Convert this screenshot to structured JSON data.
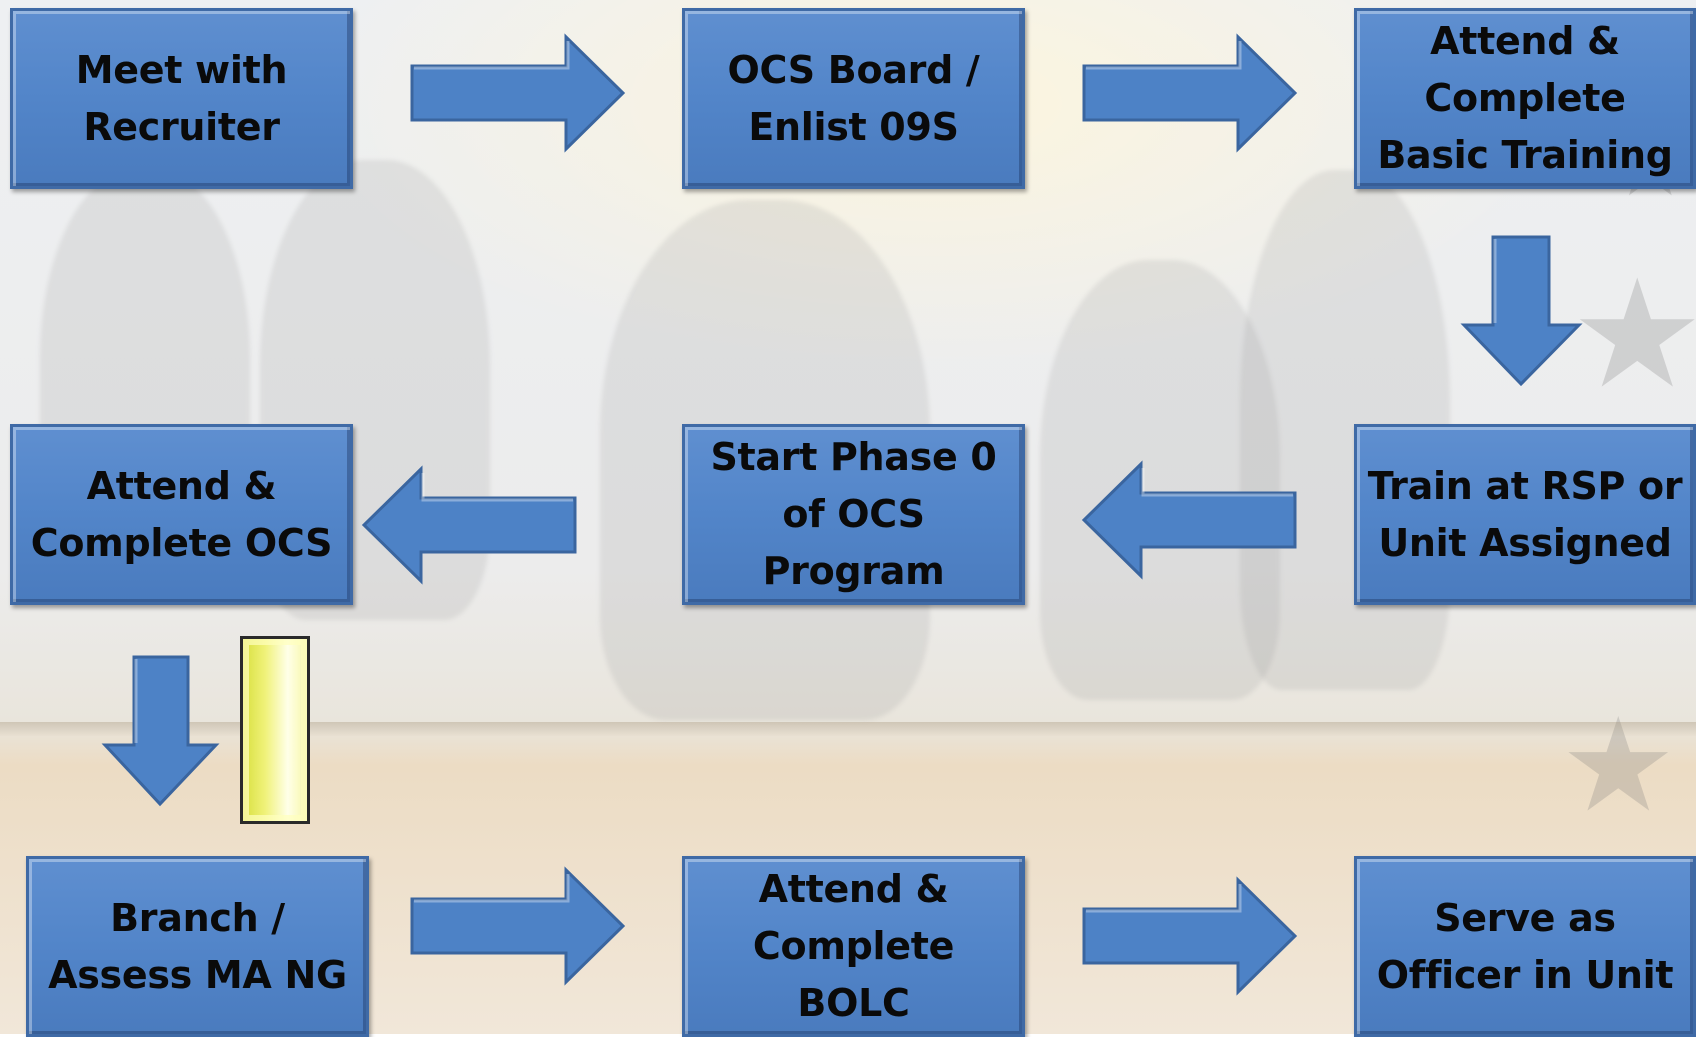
{
  "flowchart": {
    "steps": [
      {
        "id": "meet-recruiter",
        "label": "Meet with\nRecruiter"
      },
      {
        "id": "ocs-board",
        "label": "OCS Board /\nEnlist 09S"
      },
      {
        "id": "basic-training",
        "label": "Attend &\nComplete\nBasic Training"
      },
      {
        "id": "train-rsp",
        "label": "Train at RSP or\nUnit Assigned"
      },
      {
        "id": "phase-0",
        "label": "Start Phase 0\nof OCS\nProgram"
      },
      {
        "id": "complete-ocs",
        "label": "Attend &\nComplete OCS"
      },
      {
        "id": "branch-assess",
        "label": "Branch /\nAssess MA NG"
      },
      {
        "id": "bolc",
        "label": "Attend &\nComplete\nBOLC"
      },
      {
        "id": "serve-officer",
        "label": "Serve as\nOfficer in Unit"
      }
    ],
    "colors": {
      "box_fill": "#5285c9",
      "box_border": "#3f6aa6",
      "arrow_fill": "#4d82c6",
      "text": "#0a0a0a",
      "rank_insignia": "#f0f27a"
    },
    "arrows": [
      {
        "from": "meet-recruiter",
        "to": "ocs-board",
        "direction": "right"
      },
      {
        "from": "ocs-board",
        "to": "basic-training",
        "direction": "right"
      },
      {
        "from": "basic-training",
        "to": "train-rsp",
        "direction": "down"
      },
      {
        "from": "train-rsp",
        "to": "phase-0",
        "direction": "left"
      },
      {
        "from": "phase-0",
        "to": "complete-ocs",
        "direction": "left"
      },
      {
        "from": "complete-ocs",
        "to": "branch-assess",
        "direction": "down"
      },
      {
        "from": "branch-assess",
        "to": "bolc",
        "direction": "right"
      },
      {
        "from": "bolc",
        "to": "serve-officer",
        "direction": "right"
      }
    ],
    "insignia": "second-lieutenant-bar"
  }
}
